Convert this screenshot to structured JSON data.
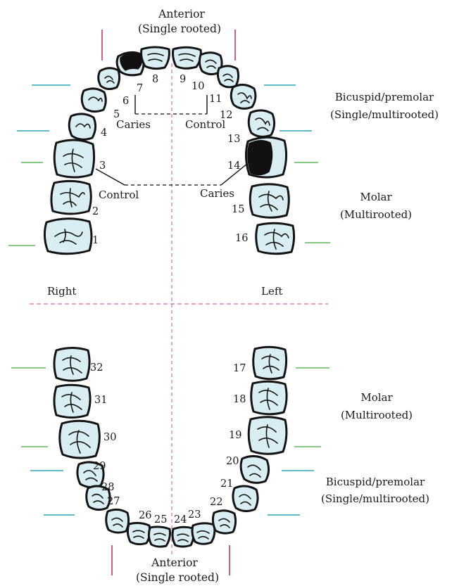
{
  "upper": {
    "anterior": "Anterior",
    "anterior_sub": "(Single rooted)",
    "bicuspid": "Bicuspid/premolar",
    "bicuspid_sub": "(Single/multirooted)",
    "molar": "Molar",
    "molar_sub": "(Multirooted)",
    "caries_left": "Caries",
    "control_left": "Control",
    "control_right": "Control",
    "caries_right": "Caries",
    "teeth": [
      "1",
      "2",
      "3",
      "4",
      "5",
      "6",
      "7",
      "8",
      "9",
      "10",
      "11",
      "12",
      "13",
      "14",
      "15",
      "16"
    ]
  },
  "sides": {
    "right": "Right",
    "left": "Left"
  },
  "lower": {
    "molar": "Molar",
    "molar_sub": "(Multirooted)",
    "bicuspid": "Bicuspid/premolar",
    "bicuspid_sub": "(Single/multirooted)",
    "anterior": "Anterior",
    "anterior_sub": "(Single rooted)",
    "teeth": [
      "17",
      "18",
      "19",
      "20",
      "21",
      "22",
      "23",
      "24",
      "25",
      "26",
      "27",
      "28",
      "29",
      "30",
      "31",
      "32"
    ]
  },
  "colors": {
    "tooth_fill": "#d9eef3",
    "incisor_marker": "#c0396b",
    "premolar_marker": "#2aa6b8",
    "molar_marker": "#5cb85c",
    "midline": "#d86aa0",
    "caries": "#111111"
  }
}
